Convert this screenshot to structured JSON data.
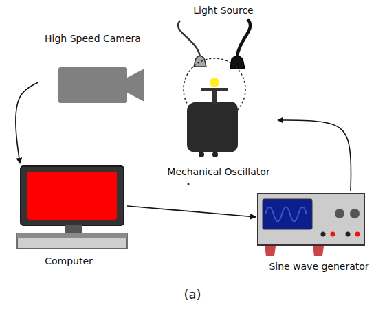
{
  "diagram": {
    "caption": "(a)",
    "nodes": [
      {
        "text": [
          "Light Source"
        ]
      },
      {
        "text": [
          "High Speed Camera"
        ]
      },
      {
        "text": [
          "Mechanical Oscillator"
        ]
      },
      {
        "text": [
          "Computer"
        ]
      },
      {
        "text": [
          "Sine wave generator"
        ]
      }
    ],
    "edges": [
      {
        "from": 1,
        "to": 3,
        "arrow": "to"
      },
      {
        "from": 3,
        "to": 4,
        "arrow": "to"
      },
      {
        "from": 4,
        "to": 2,
        "arrow": "to"
      }
    ]
  }
}
